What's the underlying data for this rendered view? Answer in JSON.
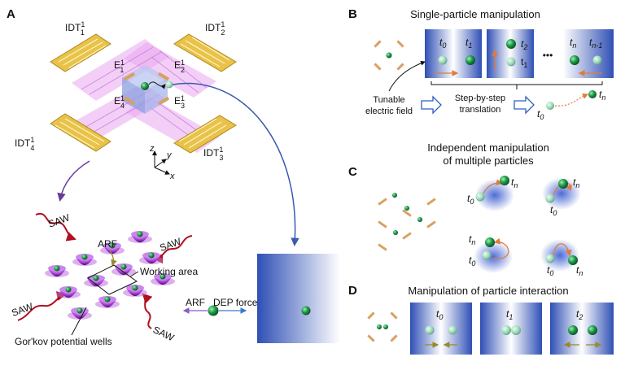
{
  "panels": {
    "A": {
      "letter": "A",
      "idt_labels": [
        "IDT",
        "IDT",
        "IDT",
        "IDT"
      ],
      "idt_sub": [
        "1",
        "2",
        "4",
        "3"
      ],
      "idt_sup": [
        "1",
        "1",
        "1",
        "1"
      ],
      "electrode_labels": [
        "E",
        "E",
        "E",
        "E"
      ],
      "electrode_sub": [
        "1",
        "2",
        "4",
        "3"
      ],
      "electrode_sup": [
        "1",
        "1",
        "1",
        "1"
      ],
      "axes": [
        "z",
        "y",
        "x"
      ],
      "saw_labels": [
        "SAW",
        "SAW",
        "SAW",
        "SAW"
      ],
      "arf": "ARF",
      "working_area": "Working area",
      "wells": "Gor'kov potential wells",
      "force_arf": "ARF",
      "force_dep": "DEP force"
    },
    "B": {
      "letter": "B",
      "title": "Single-particle manipulation",
      "times": [
        "t",
        "t",
        "t",
        "t",
        "t",
        "t"
      ],
      "time_subs": [
        "0",
        "1",
        "2",
        "1",
        "n",
        "n-1"
      ],
      "dots": "•••",
      "tunable": "Tunable",
      "electric_field": "electric field",
      "step_by_step": "Step-by-step",
      "translation": "translation",
      "t0": "t",
      "t0_sub": "0",
      "tn": "t",
      "tn_sub": "n"
    },
    "C": {
      "letter": "C",
      "title_line1": "Independent manipulation",
      "title_line2": "of multiple particles",
      "t": "t",
      "sub0": "0",
      "subn": "n"
    },
    "D": {
      "letter": "D",
      "title": "Manipulation of particle interaction",
      "times": [
        "t",
        "t",
        "t"
      ],
      "subs": [
        "0",
        "1",
        "2"
      ]
    }
  }
}
